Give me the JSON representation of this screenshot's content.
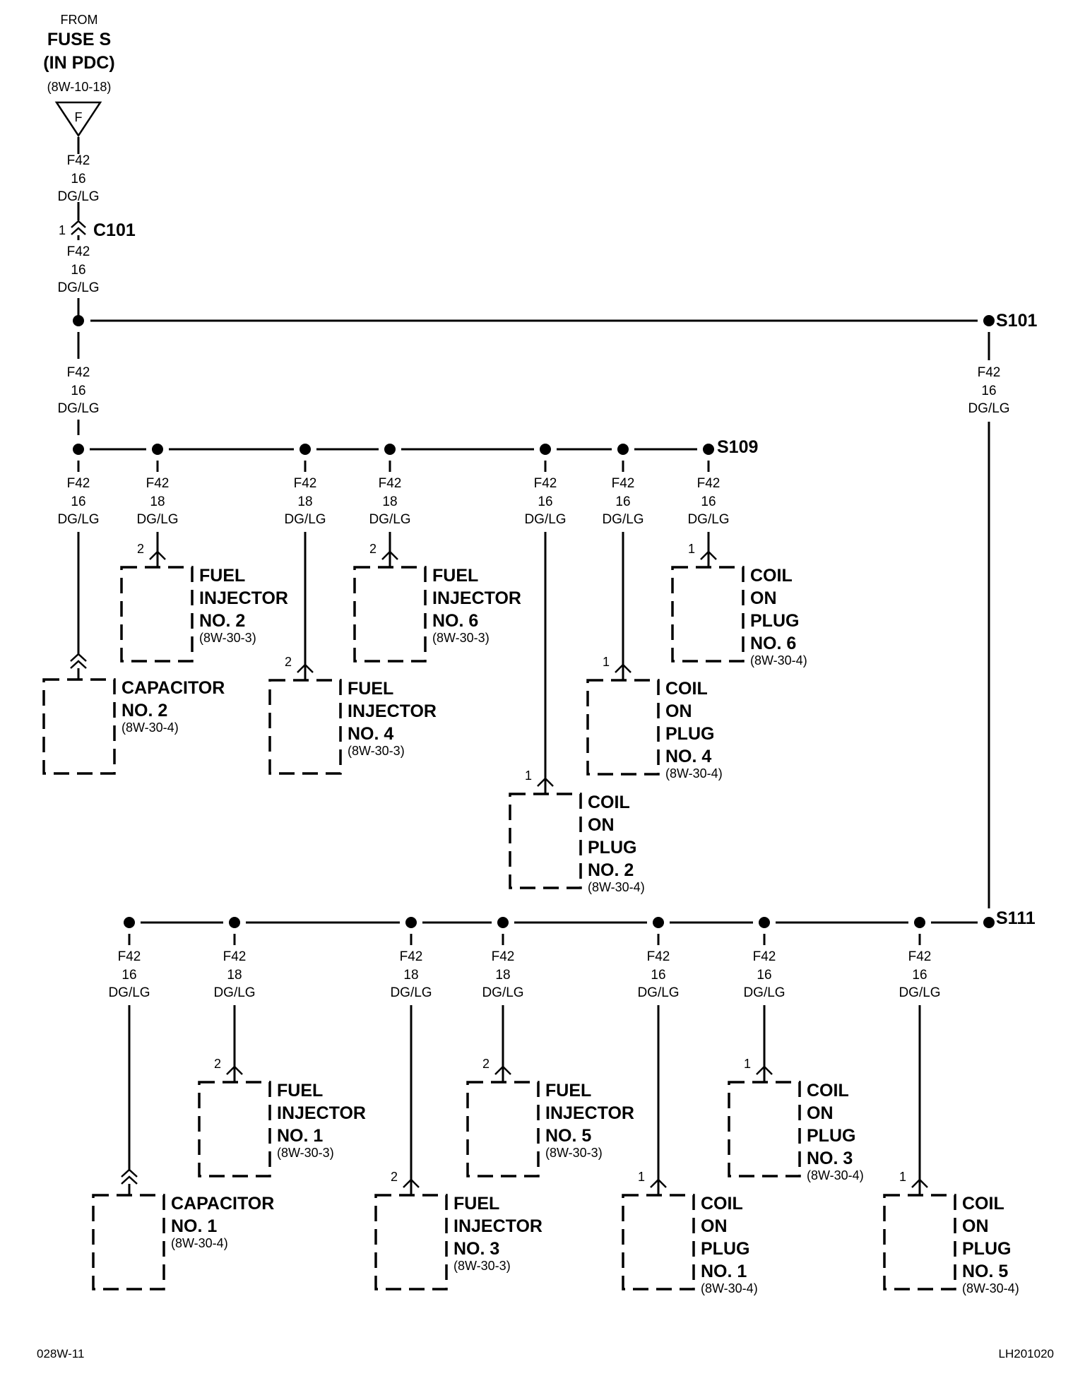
{
  "source": {
    "from": "FROM",
    "fuse": "FUSE S",
    "location": "(IN PDC)",
    "ref": "(8W-10-18)",
    "symbol": "F"
  },
  "connector": {
    "name": "C101",
    "pin": "1"
  },
  "wire": {
    "circuit": "F42",
    "color": "DG/LG"
  },
  "splices": {
    "s101": "S101",
    "s109": "S109",
    "s111": "S111"
  },
  "trunk_gauges": {
    "above_c101": "16",
    "below_c101": "16",
    "below_s101_left": "16",
    "below_s101_right": "16"
  },
  "drops": [
    {
      "id": "cap2",
      "gauge": "16",
      "pin": "",
      "connector": "double-arrow",
      "lines": [
        "CAPACITOR",
        "NO. 2"
      ],
      "ref": "(8W-30-4)"
    },
    {
      "id": "inj2",
      "gauge": "18",
      "pin": "2",
      "connector": "arrow",
      "lines": [
        "FUEL",
        "INJECTOR",
        "NO. 2"
      ],
      "ref": "(8W-30-3)"
    },
    {
      "id": "inj4",
      "gauge": "18",
      "pin": "2",
      "connector": "arrow",
      "lines": [
        "FUEL",
        "INJECTOR",
        "NO. 4"
      ],
      "ref": "(8W-30-3)"
    },
    {
      "id": "inj6",
      "gauge": "18",
      "pin": "2",
      "connector": "arrow",
      "lines": [
        "FUEL",
        "INJECTOR",
        "NO. 6"
      ],
      "ref": "(8W-30-3)"
    },
    {
      "id": "cop2",
      "gauge": "16",
      "pin": "1",
      "connector": "arrow",
      "lines": [
        "COIL",
        "ON",
        "PLUG",
        "NO. 2"
      ],
      "ref": "(8W-30-4)"
    },
    {
      "id": "cop4",
      "gauge": "16",
      "pin": "1",
      "connector": "arrow",
      "lines": [
        "COIL",
        "ON",
        "PLUG",
        "NO. 4"
      ],
      "ref": "(8W-30-4)"
    },
    {
      "id": "cop6",
      "gauge": "16",
      "pin": "1",
      "connector": "arrow",
      "lines": [
        "COIL",
        "ON",
        "PLUG",
        "NO. 6"
      ],
      "ref": "(8W-30-4)"
    },
    {
      "id": "cap1",
      "gauge": "16",
      "pin": "",
      "connector": "double-arrow",
      "lines": [
        "CAPACITOR",
        "NO. 1"
      ],
      "ref": "(8W-30-4)"
    },
    {
      "id": "inj1",
      "gauge": "18",
      "pin": "2",
      "connector": "arrow",
      "lines": [
        "FUEL",
        "INJECTOR",
        "NO. 1"
      ],
      "ref": "(8W-30-3)"
    },
    {
      "id": "inj3",
      "gauge": "18",
      "pin": "2",
      "connector": "arrow",
      "lines": [
        "FUEL",
        "INJECTOR",
        "NO. 3"
      ],
      "ref": "(8W-30-3)"
    },
    {
      "id": "inj5",
      "gauge": "18",
      "pin": "2",
      "connector": "arrow",
      "lines": [
        "FUEL",
        "INJECTOR",
        "NO. 5"
      ],
      "ref": "(8W-30-3)"
    },
    {
      "id": "cop1",
      "gauge": "16",
      "pin": "1",
      "connector": "arrow",
      "lines": [
        "COIL",
        "ON",
        "PLUG",
        "NO. 1"
      ],
      "ref": "(8W-30-4)"
    },
    {
      "id": "cop3",
      "gauge": "16",
      "pin": "1",
      "connector": "arrow",
      "lines": [
        "COIL",
        "ON",
        "PLUG",
        "NO. 3"
      ],
      "ref": "(8W-30-4)"
    },
    {
      "id": "cop5",
      "gauge": "16",
      "pin": "1",
      "connector": "arrow",
      "lines": [
        "COIL",
        "ON",
        "PLUG",
        "NO. 5"
      ],
      "ref": "(8W-30-4)"
    }
  ],
  "footer": {
    "left": "028W-11",
    "right": "LH201020"
  }
}
